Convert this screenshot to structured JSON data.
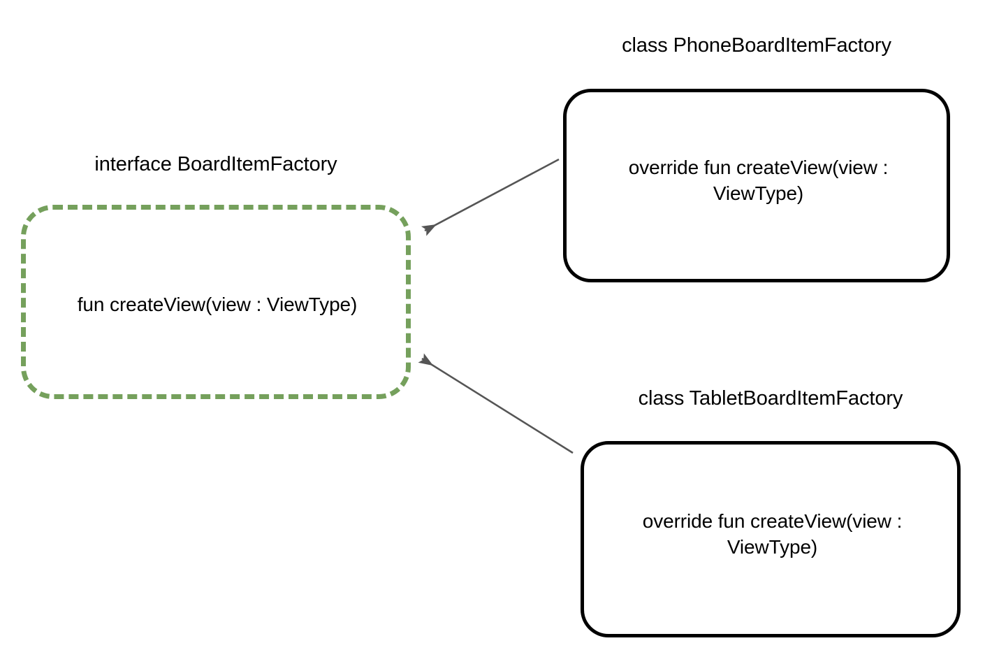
{
  "diagram": {
    "type": "uml-class-diagram",
    "background_color": "#ffffff",
    "nodes": [
      {
        "id": "board-item-factory",
        "title": "interface BoardItemFactory",
        "body": "fun createView(view : ViewType)",
        "stereotype": "interface",
        "border_style": "dashed",
        "border_color": "#75a05c",
        "text_color": "#000000"
      },
      {
        "id": "phone-board-item-factory",
        "title": "class PhoneBoardItemFactory",
        "body": "override fun createView(view : ViewType)",
        "stereotype": "class",
        "border_style": "solid",
        "border_color": "#000000",
        "text_color": "#000000"
      },
      {
        "id": "tablet-board-item-factory",
        "title": "class TabletBoardItemFactory",
        "body": "override fun createView(view : ViewType)",
        "stereotype": "class",
        "border_style": "solid",
        "border_color": "#000000",
        "text_color": "#000000"
      }
    ],
    "edges": [
      {
        "id": "phone-implements",
        "from": "phone-board-item-factory",
        "to": "board-item-factory",
        "relationship": "implements",
        "line_color": "#555555",
        "arrowhead": "filled-triangle"
      },
      {
        "id": "tablet-implements",
        "from": "tablet-board-item-factory",
        "to": "board-item-factory",
        "relationship": "implements",
        "line_color": "#555555",
        "arrowhead": "filled-triangle"
      }
    ]
  }
}
